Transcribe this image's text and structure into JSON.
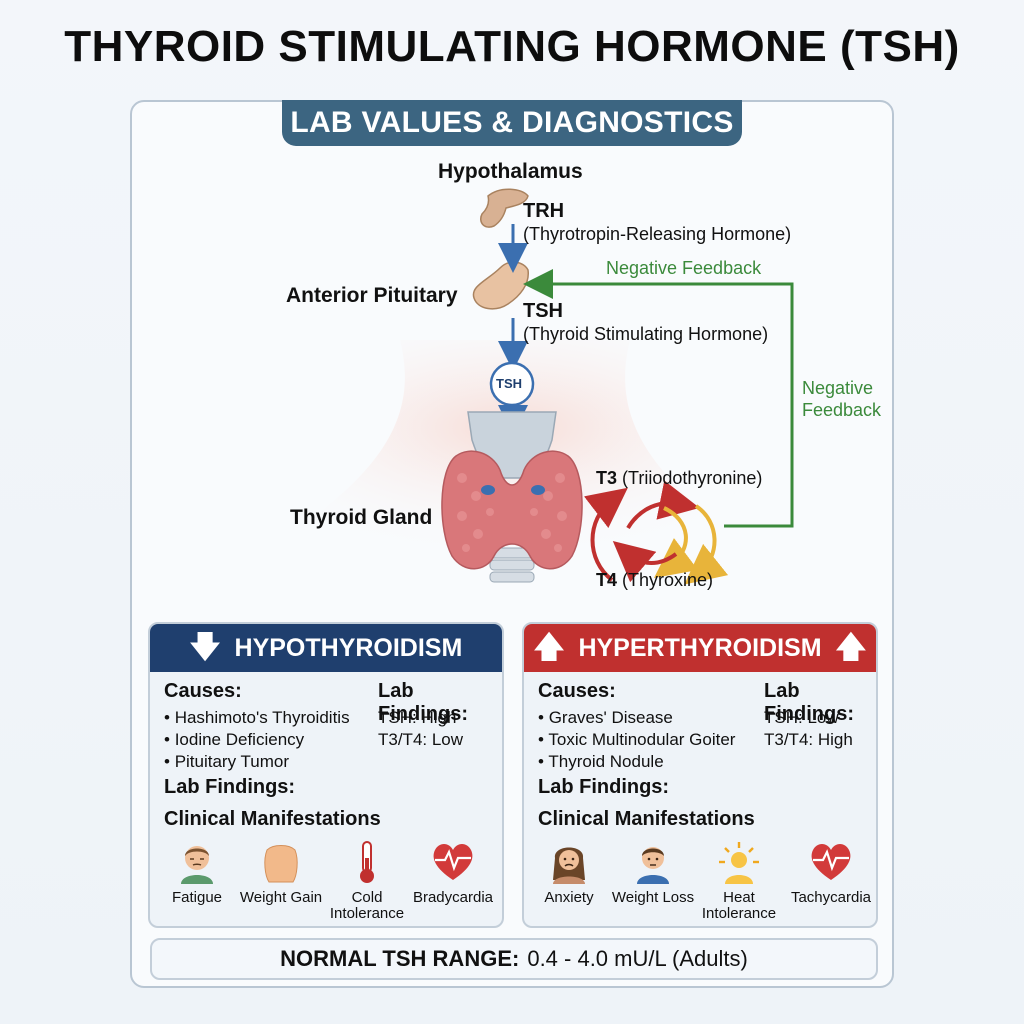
{
  "title": "THYROID STIMULATING HORMONE (TSH)",
  "subtitle": "LAB VALUES & DIAGNOSTICS",
  "axis": {
    "hypothalamus": "Hypothalamus",
    "trh": "TRH",
    "trh_full": "(Thyrotropin-Releasing Hormone)",
    "pituitary": "Anterior Pituitary",
    "tsh": "TSH",
    "tsh_full": "(Thyroid Stimulating Hormone)",
    "tsh_badge": "TSH",
    "thyroid": "Thyroid Gland",
    "t3": "T3",
    "t3_full": "(Triiodothyronine)",
    "t4": "T4",
    "t4_full": "(Thyroxine)",
    "negative_feedback_1": "Negative Feedback",
    "negative_feedback_2a": "Negative",
    "negative_feedback_2b": "Feedback"
  },
  "hypo": {
    "title": "HYPOTHYROIDISM",
    "arrow": "down-arrow-icon",
    "color": "#1f3f6e",
    "causes_title": "Causes:",
    "causes": [
      "Hashimoto's Thyroiditis",
      "Iodine Deficiency",
      "Pituitary Tumor"
    ],
    "lab_title": "Lab Findings:",
    "labs": [
      "TSH: High",
      "T3/T4: Low"
    ],
    "lab_title_2": "Lab Findings:",
    "clinical_title": "Clinical Manifestations",
    "manifestations": [
      {
        "icon": "tired-face-icon",
        "label": "Fatigue"
      },
      {
        "icon": "body-icon",
        "label": "Weight Gain"
      },
      {
        "icon": "thermometer-icon",
        "label": "Cold Intolerance"
      },
      {
        "icon": "heart-icon",
        "label": "Bradycardia"
      }
    ]
  },
  "hyper": {
    "title": "HYPERTHYROIDISM",
    "arrow": "up-arrow-icon",
    "color": "#c0302f",
    "causes_title": "Causes:",
    "causes": [
      "Graves' Disease",
      "Toxic Multinodular Goiter",
      "Thyroid Nodule"
    ],
    "lab_title": "Lab Findings:",
    "labs": [
      "TSH: Low",
      "T3/T4: High"
    ],
    "lab_title_2": "Lab Findings:",
    "clinical_title": "Clinical Manifestations",
    "manifestations": [
      {
        "icon": "anxious-face-icon",
        "label": "Anxiety"
      },
      {
        "icon": "person-icon",
        "label": "Weight Loss"
      },
      {
        "icon": "sun-heat-icon",
        "label": "Heat Intolerance"
      },
      {
        "icon": "heart-icon",
        "label": "Tachycardia"
      }
    ]
  },
  "normal_range": {
    "label": "NORMAL TSH RANGE:",
    "value": "0.4 - 4.0 mU/L (Adults)"
  },
  "colors": {
    "feedback": "#3b8a3b",
    "flow_arrow": "#3b6fb0",
    "t3_arrow": "#c0302f",
    "t4_arrow": "#e8b43a"
  }
}
